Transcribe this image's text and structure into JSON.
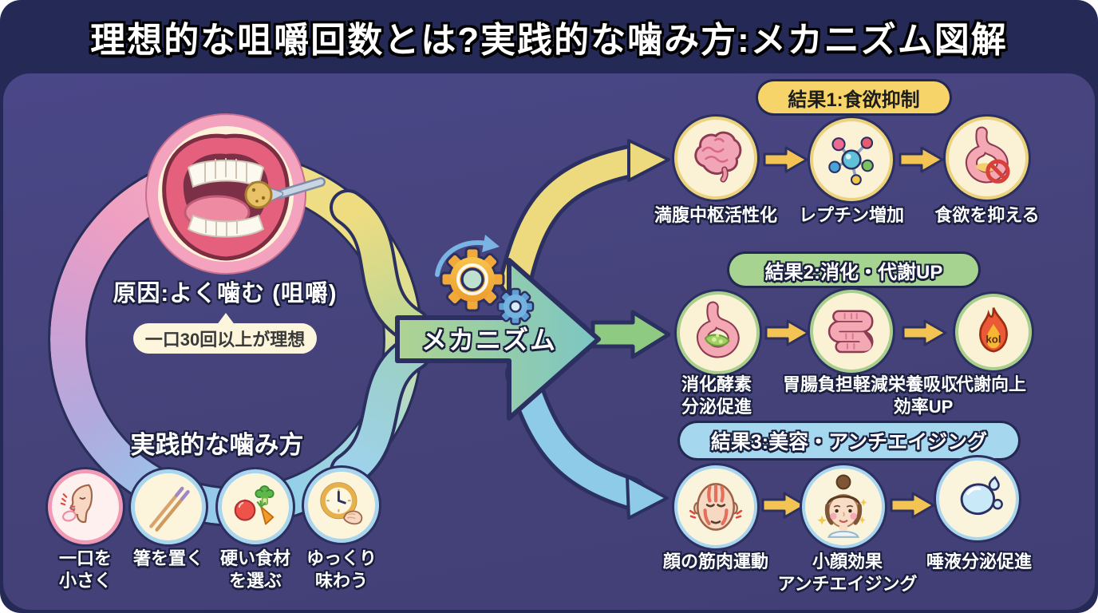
{
  "title": "理想的な咀嚼回数とは?実践的な噛み方:メカニズム図解",
  "cause": {
    "label": "原因:よく噛む (咀嚼)",
    "bubble": "一口30回以上が理想"
  },
  "mechanism": {
    "label": "メカニズム",
    "icons": [
      "gear-large-icon",
      "gear-small-icon",
      "rotation-arrow-icon"
    ]
  },
  "practice": {
    "heading": "実践的な噛み方",
    "items": [
      {
        "icon": "small-bite-icon",
        "label": "一口を\n小さく"
      },
      {
        "icon": "chopsticks-icon",
        "label": "箸を置く"
      },
      {
        "icon": "vegetables-icon",
        "label": "硬い食材\nを選ぶ"
      },
      {
        "icon": "clock-hand-icon",
        "label": "ゆっくり\n味わう"
      }
    ]
  },
  "results": [
    {
      "heading": "結果1:食欲抑制",
      "pill_color": "#f6d469",
      "steps": [
        {
          "icon": "brain-icon",
          "label": "満腹中枢活性化"
        },
        {
          "icon": "molecule-icon",
          "label": "レプチン増加"
        },
        {
          "icon": "stomach-ban-icon",
          "label": "食欲を抑える"
        }
      ]
    },
    {
      "heading": "結果2:消化・代謝UP",
      "pill_color": "#a6d490",
      "flame_text": "kol",
      "steps": [
        {
          "icon": "stomach-enzyme-icon",
          "label": "消化酵素\n分泌促進"
        },
        {
          "icon": "intestines-icon",
          "label": "胃腸負担軽減"
        },
        {
          "icon": "flame-icon",
          "label": "栄養吸収\n効率UP",
          "label_extra": "代謝向上"
        }
      ]
    },
    {
      "heading": "結果3:美容・アンチエイジング",
      "pill_color": "#a5d7ef",
      "steps": [
        {
          "icon": "face-muscles-icon",
          "label": "顔の筋肉運動"
        },
        {
          "icon": "woman-face-icon",
          "label": "小顔効果\nアンチエイジング"
        },
        {
          "icon": "saliva-drop-icon",
          "label": "唾液分泌促進"
        }
      ]
    }
  ],
  "colors": {
    "header_bg": "#242a55",
    "panel_bg": "#464380",
    "ring_pink": "#f3abc0",
    "ring_yellow": "#eede84",
    "ring_blue": "#93cfe9",
    "ring_violet": "#b0aade",
    "arrow_teal": "#7cc6c4",
    "arrow_yellow": "#eeda7e",
    "arrow_green": "#8fca82",
    "arrow_blue": "#8ecbe9",
    "step_arrow": "#f3c353",
    "bubble_bg": "#fdf5dc"
  }
}
